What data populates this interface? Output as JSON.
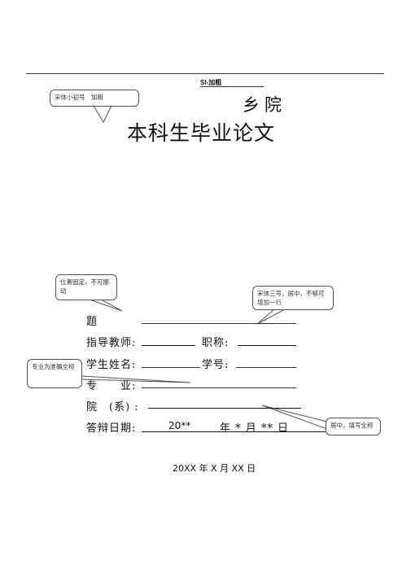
{
  "header": {
    "si_label": "SI-加粗",
    "college": "乡院",
    "title": "本科生毕业论文"
  },
  "callouts": {
    "font_note": "宋体小初号　加粗",
    "position_note": "位置固定，不可挪动",
    "title_note": "宋体三号，居中，不够可增加一行",
    "major_note": "专业为准确全称",
    "center_note": "居中，填写全称"
  },
  "form": {
    "topic_label": "题",
    "advisor_label": "指导教师:",
    "rank_label": "职称:",
    "student_label": "学生姓名:",
    "student_id_label": "学号:",
    "major_label": "专　　业:",
    "dept_label": "院　(系) :",
    "defense_label": "答辩日期:",
    "defense_year": "20**",
    "defense_rest": "年 * 月 ** 日"
  },
  "footer": {
    "date": "20XX 年 X 月 XX 日"
  }
}
